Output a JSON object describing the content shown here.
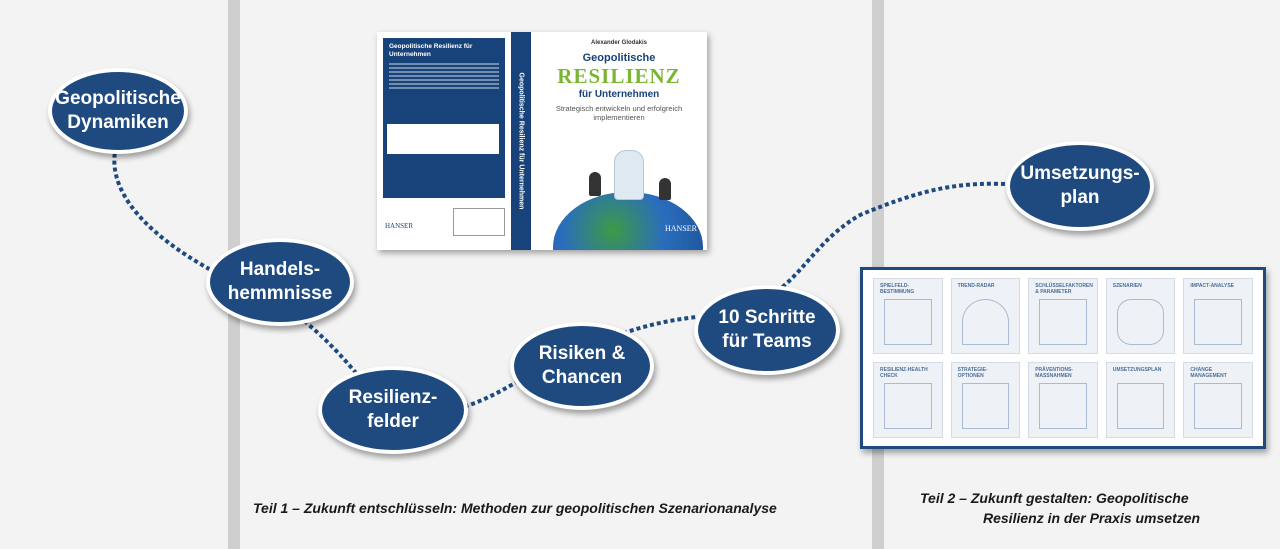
{
  "nodes": {
    "geopolitische": "Geopolitische\nDynamiken",
    "handels": "Handels-\nhemmnisse",
    "resilienz": "Resilienz-\nfelder",
    "risiken": "Risiken &\nChancen",
    "schritte": "10 Schritte\nfür Teams",
    "umsetzung": "Umsetzungs-\nplan"
  },
  "captions": {
    "teil1": "Teil 1 – Zukunft entschlüsseln: Methoden zur geopolitischen Szenarionanalyse",
    "teil2_line1": "Teil 2 – Zukunft gestalten: Geopolitische",
    "teil2_line2": "Resilienz in der Praxis umsetzen"
  },
  "book": {
    "back_title": "Geopolitische Resilienz für Unternehmen",
    "spine": "Geopolitische Resilienz für Unternehmen",
    "author": "Alexander Glodakis",
    "title_line1": "Geopolitische",
    "title_line2": "RESILIENZ",
    "title_line3": "für Unternehmen",
    "subtitle": "Strategisch entwickeln und erfolgreich implementieren",
    "publisher": "HANSER"
  },
  "methods": [
    "Spielfeld-Bestimmung",
    "Trend-Radar",
    "Schlüsselfaktoren & Parameter",
    "Szenarien",
    "Impact-Analyse",
    "Resilienz-Health Check",
    "Strategie-Optionen",
    "Präventions-Massnahmen",
    "Umsetzungsplan",
    "Change Management"
  ],
  "colors": {
    "node_fill": "#1e4a80",
    "path": "#1e4a80",
    "background": "#f3f3f3",
    "divider": "#cfcfcf"
  }
}
